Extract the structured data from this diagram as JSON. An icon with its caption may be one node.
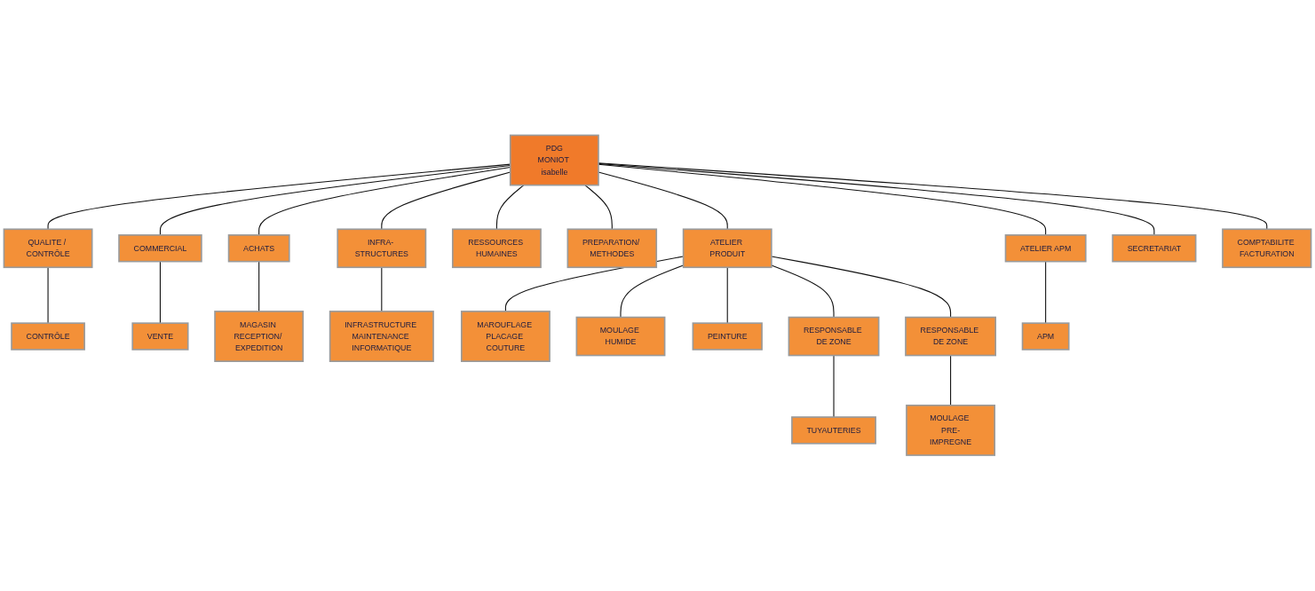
{
  "diagram": {
    "nodes": [
      {
        "text": [
          "PDG",
          "MONIOT isabelle"
        ]
      },
      {
        "text": [
          "QUALITE / CONTRÔLE"
        ]
      },
      {
        "text": [
          "COMMERCIAL"
        ]
      },
      {
        "text": [
          "ACHATS"
        ]
      },
      {
        "text": [
          "INFRA- STRUCTURES"
        ]
      },
      {
        "text": [
          "RESSOURCES HUMAINES"
        ]
      },
      {
        "text": [
          "PREPARATION/ METHODES"
        ]
      },
      {
        "text": [
          "ATELIER PRODUIT"
        ]
      },
      {
        "text": [
          "ATELIER APM"
        ]
      },
      {
        "text": [
          "SECRETARIAT"
        ]
      },
      {
        "text": [
          "COMPTABILITE FACTURATION"
        ]
      },
      {
        "text": [
          "CONTRÔLE"
        ]
      },
      {
        "text": [
          "RESPONSABLE DE ZONE"
        ]
      },
      {
        "text": [
          "RESPONSABLE DE ZONE"
        ]
      },
      {
        "text": [
          "VENTE"
        ]
      },
      {
        "text": [
          "MAGASIN RECEPTION/ EXPEDITION"
        ]
      },
      {
        "text": [
          "INFRASTRUCTURE MAINTENANCE INFORMATIQUE"
        ]
      },
      {
        "text": [
          "MAROUFLAGE PLACAGE COUTURE"
        ]
      },
      {
        "text": [
          "MOULAGE HUMIDE"
        ]
      },
      {
        "text": [
          "PEINTURE"
        ]
      },
      {
        "text": [
          "TUYAUTERIES"
        ]
      },
      {
        "text": [
          "MOULAGE PRE-IMPREGNE"
        ]
      },
      {
        "text": [
          "APM"
        ]
      }
    ],
    "edges": [
      {
        "from": 0,
        "to": 1,
        "arrow": "none"
      },
      {
        "from": 0,
        "to": 2,
        "arrow": "none"
      },
      {
        "from": 0,
        "to": 3,
        "arrow": "none"
      },
      {
        "from": 0,
        "to": 4,
        "arrow": "none"
      },
      {
        "from": 0,
        "to": 5,
        "arrow": "none"
      },
      {
        "from": 0,
        "to": 6,
        "arrow": "none"
      },
      {
        "from": 0,
        "to": 7,
        "arrow": "none"
      },
      {
        "from": 0,
        "to": 8,
        "arrow": "none"
      },
      {
        "from": 0,
        "to": 9,
        "arrow": "none"
      },
      {
        "from": 0,
        "to": 10,
        "arrow": "none"
      },
      {
        "from": 1,
        "to": 11,
        "arrow": "none"
      },
      {
        "from": 2,
        "to": 14,
        "arrow": "none"
      },
      {
        "from": 3,
        "to": 15,
        "arrow": "none"
      },
      {
        "from": 4,
        "to": 16,
        "arrow": "none"
      },
      {
        "from": 7,
        "to": 17,
        "arrow": "none"
      },
      {
        "from": 7,
        "to": 18,
        "arrow": "none"
      },
      {
        "from": 7,
        "to": 19,
        "arrow": "none"
      },
      {
        "from": 7,
        "to": 12,
        "arrow": "none"
      },
      {
        "from": 7,
        "to": 13,
        "arrow": "none"
      },
      {
        "from": 12,
        "to": 20,
        "arrow": "none"
      },
      {
        "from": 13,
        "to": 21,
        "arrow": "none"
      },
      {
        "from": 8,
        "to": 22,
        "arrow": "none"
      }
    ]
  }
}
